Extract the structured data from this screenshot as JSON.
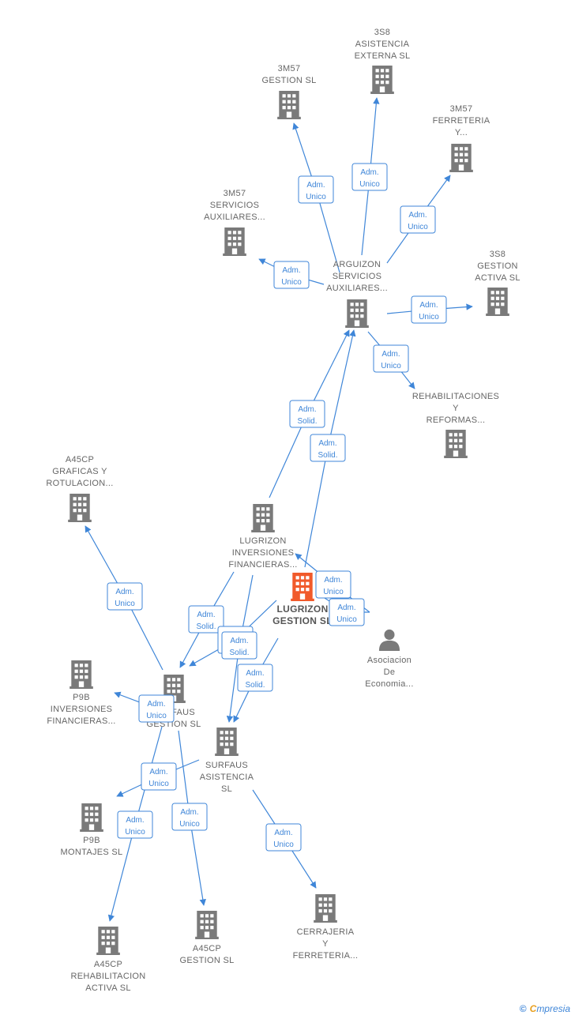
{
  "colors": {
    "edge": "#3f86d8",
    "company": "#7a7a7a",
    "focus": "#f15a2b",
    "person": "#7a7a7a"
  },
  "nodes": [
    {
      "id": "n3s8ext",
      "type": "company",
      "label": [
        "3S8",
        "ASISTENCIA",
        "EXTERNA  SL"
      ]
    },
    {
      "id": "n3m57g",
      "type": "company",
      "label": [
        "3M57",
        "GESTION  SL"
      ]
    },
    {
      "id": "n3m57f",
      "type": "company",
      "label": [
        "3M57",
        "FERRETERIA",
        "Y..."
      ]
    },
    {
      "id": "n3m57s",
      "type": "company",
      "label": [
        "3M57",
        "SERVICIOS",
        "AUXILIARES..."
      ]
    },
    {
      "id": "narg",
      "type": "company",
      "label": [
        "ARGUIZON",
        "SERVICIOS",
        "AUXILIARES..."
      ]
    },
    {
      "id": "n3s8g",
      "type": "company",
      "label": [
        "3S8",
        "GESTION",
        "ACTIVA  SL"
      ]
    },
    {
      "id": "nrehab",
      "type": "company",
      "label": [
        "REHABILITACIONES",
        "Y",
        "REFORMAS..."
      ]
    },
    {
      "id": "na45g",
      "type": "company",
      "label": [
        "A45CP",
        "GRAFICAS Y",
        "ROTULACION..."
      ]
    },
    {
      "id": "nlinv",
      "type": "company",
      "label": [
        "LUGRIZON",
        "INVERSIONES",
        "FINANCIERAS..."
      ]
    },
    {
      "id": "nlges",
      "type": "focus",
      "label": [
        "LUGRIZON",
        "GESTION  SL"
      ]
    },
    {
      "id": "nasoc",
      "type": "person",
      "label": [
        "Asociacion",
        "De",
        "Economia..."
      ]
    },
    {
      "id": "np9bi",
      "type": "company",
      "label": [
        "P9B",
        "INVERSIONES",
        "FINANCIERAS..."
      ]
    },
    {
      "id": "nsfg",
      "type": "company",
      "label": [
        "SURFAUS",
        "GESTION  SL"
      ]
    },
    {
      "id": "nsfa",
      "type": "company",
      "label": [
        "SURFAUS",
        "ASISTENCIA",
        "SL"
      ]
    },
    {
      "id": "np9bm",
      "type": "company",
      "label": [
        "P9B",
        "MONTAJES  SL"
      ]
    },
    {
      "id": "na45r",
      "type": "company",
      "label": [
        "A45CP",
        "REHABILITACION",
        "ACTIVA  SL"
      ]
    },
    {
      "id": "na45gs",
      "type": "company",
      "label": [
        "A45CP",
        "GESTION  SL"
      ]
    },
    {
      "id": "ncerr",
      "type": "company",
      "label": [
        "CERRAJERIA",
        "Y",
        "FERRETERIA..."
      ]
    }
  ],
  "edges": [
    {
      "from": "narg",
      "to": "n3m57g",
      "label": [
        "Adm.",
        "Unico"
      ]
    },
    {
      "from": "narg",
      "to": "n3s8ext",
      "label": [
        "Adm.",
        "Unico"
      ]
    },
    {
      "from": "narg",
      "to": "n3m57f",
      "label": [
        "Adm.",
        "Unico"
      ]
    },
    {
      "from": "narg",
      "to": "n3m57s",
      "label": [
        "Adm.",
        "Unico"
      ]
    },
    {
      "from": "narg",
      "to": "n3s8g",
      "label": [
        "Adm.",
        "Unico"
      ]
    },
    {
      "from": "narg",
      "to": "nrehab",
      "label": [
        "Adm.",
        "Unico"
      ]
    },
    {
      "from": "nlinv",
      "to": "narg",
      "label": [
        "Adm.",
        "Solid."
      ]
    },
    {
      "from": "nlges",
      "to": "narg",
      "label": [
        "Adm.",
        "Solid."
      ]
    },
    {
      "from": "nasoc",
      "to": "nlinv",
      "label": [
        "Adm.",
        "Unico"
      ]
    },
    {
      "from": "nasoc",
      "to": "nlges",
      "label": [
        "Adm.",
        "Unico"
      ]
    },
    {
      "from": "nlinv",
      "to": "nsfg",
      "label": [
        "Adm.",
        "Solid."
      ]
    },
    {
      "from": "nlges",
      "to": "nsfg",
      "label": [
        "Adm.",
        "Solid."
      ]
    },
    {
      "from": "nlinv",
      "to": "nsfa",
      "label": [
        "Adm.",
        "Solid."
      ]
    },
    {
      "from": "nlges",
      "to": "nsfa",
      "label": [
        "Adm.",
        "Solid."
      ]
    },
    {
      "from": "nsfg",
      "to": "na45g",
      "label": [
        "Adm.",
        "Unico"
      ]
    },
    {
      "from": "nsfg",
      "to": "np9bi",
      "label": [
        "Adm.",
        "Unico"
      ]
    },
    {
      "from": "nsfa",
      "to": "np9bm",
      "label": [
        "Adm.",
        "Unico"
      ]
    },
    {
      "from": "nsfg",
      "to": "na45r",
      "label": [
        "Adm.",
        "Unico"
      ]
    },
    {
      "from": "nsfg",
      "to": "na45gs",
      "label": [
        "Adm.",
        "Unico"
      ]
    },
    {
      "from": "nsfa",
      "to": "ncerr",
      "label": [
        "Adm.",
        "Unico"
      ]
    }
  ],
  "brand": {
    "copyright": "©",
    "first": "C",
    "rest": "mpresia"
  }
}
